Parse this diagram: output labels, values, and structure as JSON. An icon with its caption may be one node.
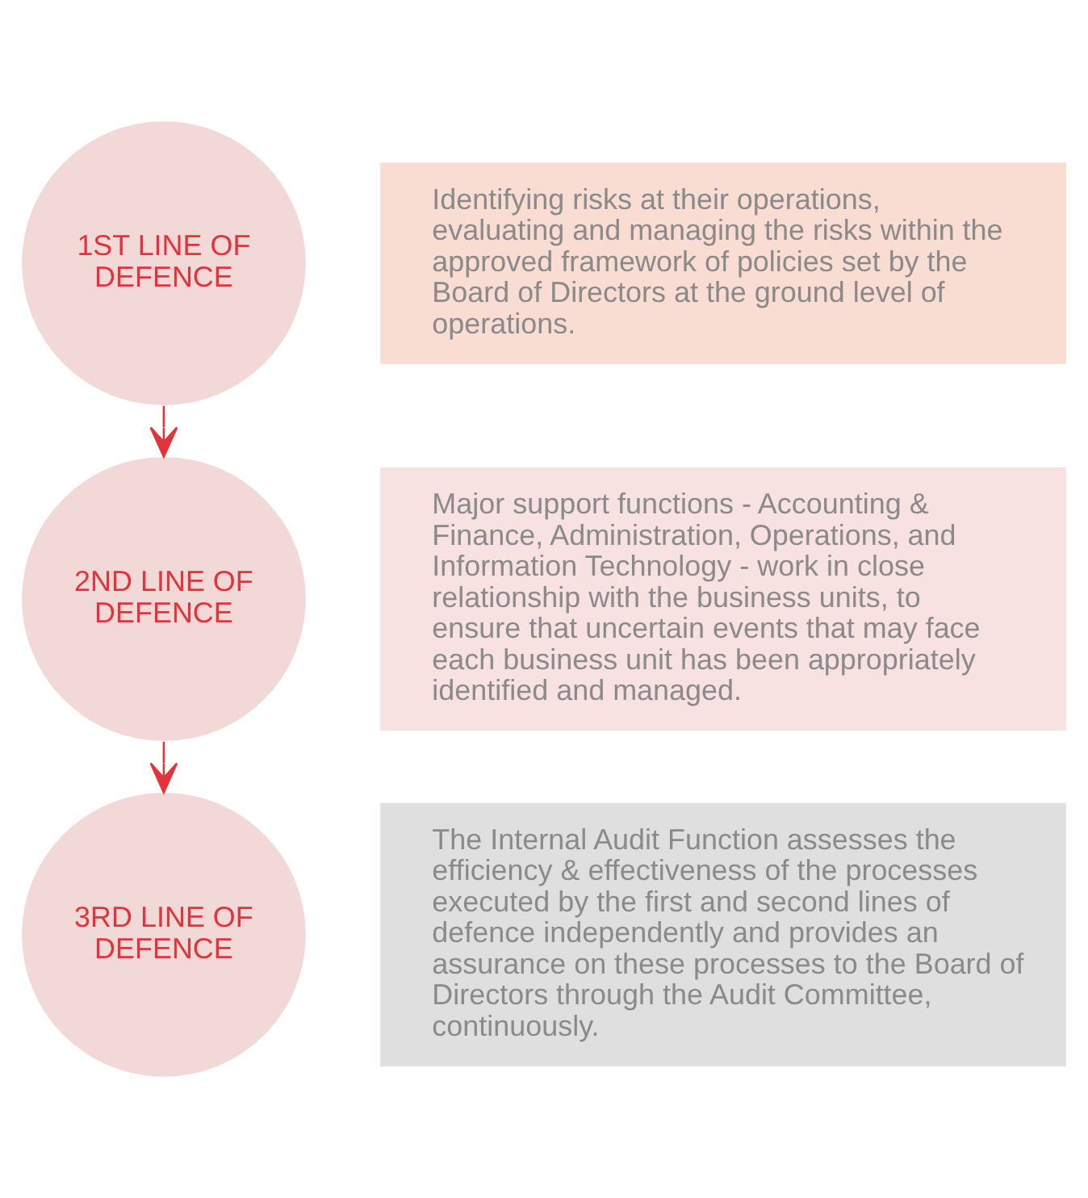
{
  "diagram": {
    "nodes": [
      {
        "text": [
          "1ST LINE OF DEFENCE"
        ]
      },
      {
        "text": [
          "Identifying risks at their operations, evaluating and managing the risks within the approved framework of policies set by the Board of Directors at the ground level of operations."
        ]
      },
      {
        "text": [
          "2ND LINE OF DEFENCE"
        ]
      },
      {
        "text": [
          "Major support functions - Accounting & Finance, Administration, Operations, and Information Technology - work in close relationship with the business units, to ensure that uncertain events that may face each business unit has been appropriately identified and managed."
        ]
      },
      {
        "text": [
          "3RD LINE OF DEFENCE"
        ]
      },
      {
        "text": [
          "The Internal Audit Function assesses the efficiency & effectiveness of the processes executed by the first and second lines of defence independently and provides an assurance on these processes to the Board of Directors through the Audit Committee, continuously."
        ]
      }
    ],
    "edges": [
      {
        "from": 0,
        "to": 2,
        "arrow": "to"
      },
      {
        "from": 2,
        "to": 4,
        "arrow": "to"
      }
    ]
  }
}
